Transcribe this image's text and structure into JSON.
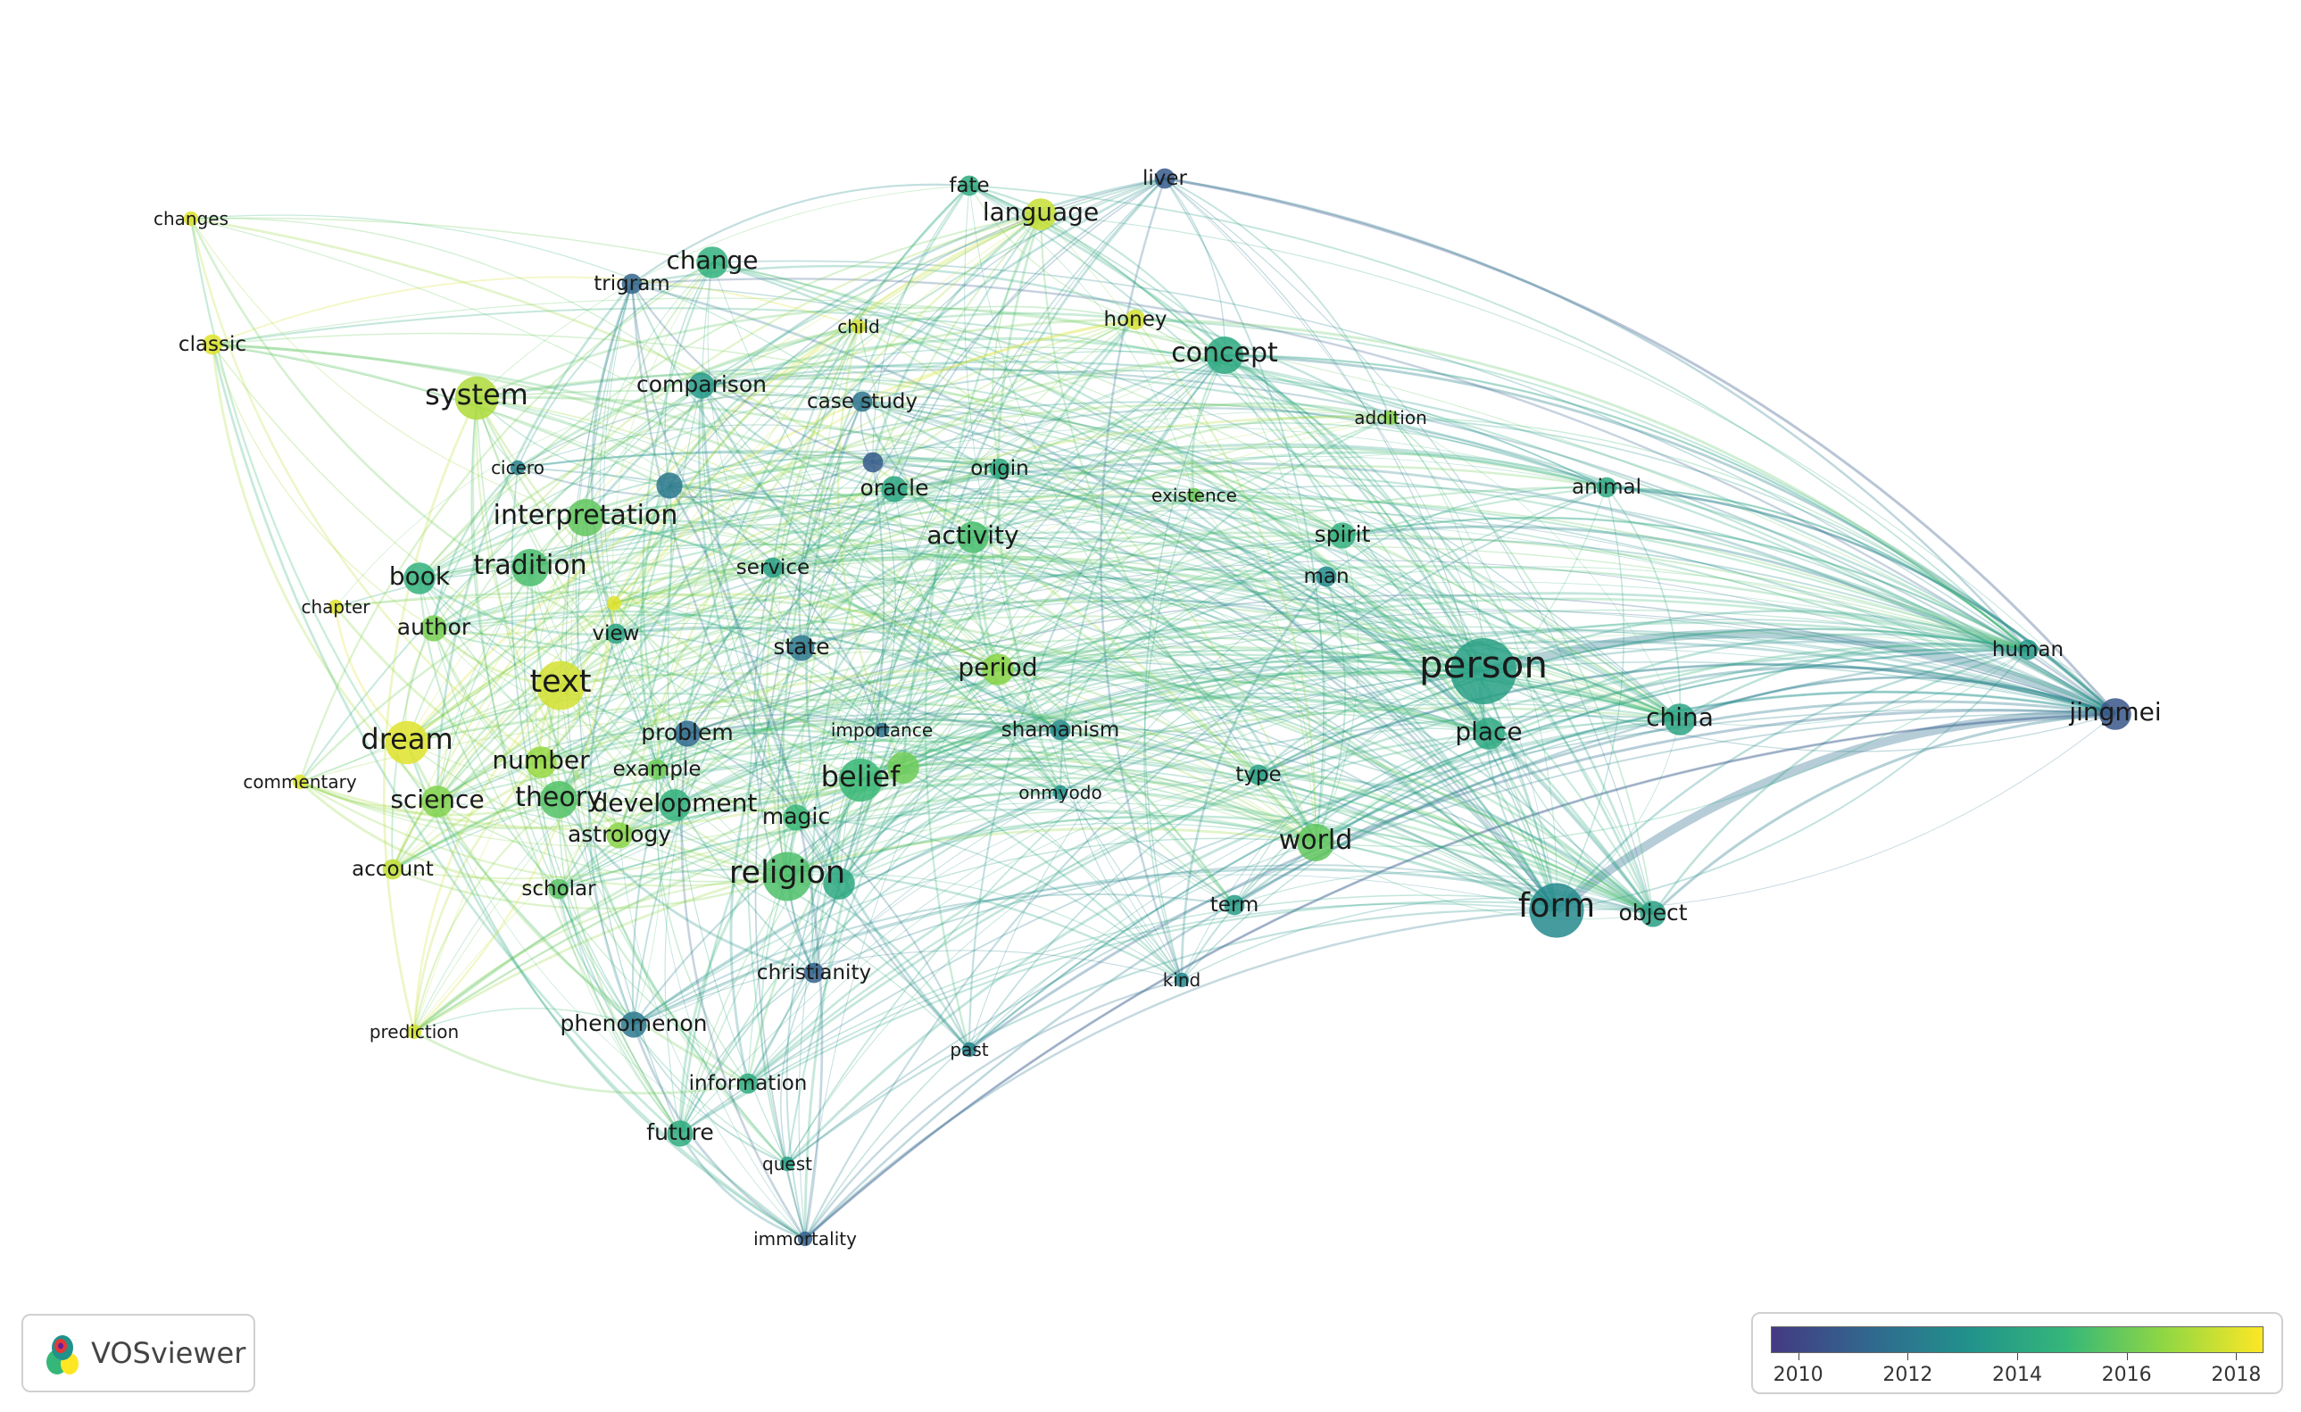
{
  "colors": {
    "2010": "#443a83",
    "2012": "#31688e",
    "2014": "#21918c",
    "2016": "#35b779",
    "2018": "#fde725"
  },
  "nodes": [
    {
      "id": "person",
      "label": "person",
      "year": 2013.8,
      "weight": 10
    },
    {
      "id": "form",
      "label": "form",
      "year": 2012.8,
      "weight": 8
    },
    {
      "id": "jingmei",
      "label": "jingmei",
      "year": 2010.6,
      "weight": 4
    },
    {
      "id": "china",
      "label": "china",
      "year": 2014.0,
      "weight": 4
    },
    {
      "id": "place",
      "label": "place",
      "year": 2014.2,
      "weight": 4
    },
    {
      "id": "world",
      "label": "world",
      "year": 2015.8,
      "weight": 5
    },
    {
      "id": "object",
      "label": "object",
      "year": 2013.8,
      "weight": 3
    },
    {
      "id": "human",
      "label": "human",
      "year": 2013.5,
      "weight": 2
    },
    {
      "id": "animal",
      "label": "animal",
      "year": 2014.2,
      "weight": 2
    },
    {
      "id": "spirit",
      "label": "spirit",
      "year": 2014.5,
      "weight": 3
    },
    {
      "id": "man",
      "label": "man",
      "year": 2012.8,
      "weight": 2
    },
    {
      "id": "concept",
      "label": "concept",
      "year": 2014.2,
      "weight": 5
    },
    {
      "id": "addition",
      "label": "addition",
      "year": 2016.5,
      "weight": 1
    },
    {
      "id": "existence",
      "label": "existence",
      "year": 2016.0,
      "weight": 1
    },
    {
      "id": "language",
      "label": "language",
      "year": 2017.6,
      "weight": 4
    },
    {
      "id": "fate",
      "label": "fate",
      "year": 2014.3,
      "weight": 2
    },
    {
      "id": "liver",
      "label": "liver",
      "year": 2010.8,
      "weight": 2
    },
    {
      "id": "honey",
      "label": "honey",
      "year": 2017.8,
      "weight": 2
    },
    {
      "id": "change",
      "label": "change",
      "year": 2014.6,
      "weight": 4
    },
    {
      "id": "trigram",
      "label": "trigram",
      "year": 2011.2,
      "weight": 2
    },
    {
      "id": "child",
      "label": "child",
      "year": 2017.8,
      "weight": 1
    },
    {
      "id": "comparison",
      "label": "comparison",
      "year": 2013.5,
      "weight": 3
    },
    {
      "id": "case_study",
      "label": "case study",
      "year": 2011.8,
      "weight": 2
    },
    {
      "id": "origin",
      "label": "origin",
      "year": 2014.2,
      "weight": 2
    },
    {
      "id": "oracle",
      "label": "oracle",
      "year": 2014.0,
      "weight": 3
    },
    {
      "id": "activity",
      "label": "activity",
      "year": 2015.3,
      "weight": 4
    },
    {
      "id": "service",
      "label": "service",
      "year": 2013.8,
      "weight": 2
    },
    {
      "id": "state",
      "label": "state",
      "year": 2012.0,
      "weight": 3
    },
    {
      "id": "period",
      "label": "period",
      "year": 2016.6,
      "weight": 4
    },
    {
      "id": "shamanism",
      "label": "shamanism",
      "year": 2012.8,
      "weight": 2
    },
    {
      "id": "onmyodo",
      "label": "onmyodo",
      "year": 2013.2,
      "weight": 1
    },
    {
      "id": "type",
      "label": "type",
      "year": 2013.8,
      "weight": 2
    },
    {
      "id": "importance",
      "label": "importance",
      "year": 2011.8,
      "weight": 1
    },
    {
      "id": "term",
      "label": "term",
      "year": 2013.6,
      "weight": 2
    },
    {
      "id": "kind",
      "label": "kind",
      "year": 2012.6,
      "weight": 1
    },
    {
      "id": "past",
      "label": "past",
      "year": 2012.4,
      "weight": 1
    },
    {
      "id": "changes",
      "label": "changes",
      "year": 2018.0,
      "weight": 1
    },
    {
      "id": "classic",
      "label": "classic",
      "year": 2018.0,
      "weight": 2
    },
    {
      "id": "system",
      "label": "system",
      "year": 2017.2,
      "weight": 6
    },
    {
      "id": "cicero",
      "label": "cicero",
      "year": 2012.4,
      "weight": 1
    },
    {
      "id": "interpretation",
      "label": "interpretation",
      "year": 2015.8,
      "weight": 5
    },
    {
      "id": "tradition",
      "label": "tradition",
      "year": 2015.3,
      "weight": 5
    },
    {
      "id": "book",
      "label": "book",
      "year": 2014.6,
      "weight": 4
    },
    {
      "id": "author",
      "label": "author",
      "year": 2016.2,
      "weight": 3
    },
    {
      "id": "chapter",
      "label": "chapter",
      "year": 2018.0,
      "weight": 1
    },
    {
      "id": "view",
      "label": "view",
      "year": 2014.0,
      "weight": 2
    },
    {
      "id": "text",
      "label": "text",
      "year": 2017.8,
      "weight": 7
    },
    {
      "id": "dream",
      "label": "dream",
      "year": 2018.0,
      "weight": 6
    },
    {
      "id": "commentary",
      "label": "commentary",
      "year": 2018.0,
      "weight": 1
    },
    {
      "id": "number",
      "label": "number",
      "year": 2016.8,
      "weight": 4
    },
    {
      "id": "example",
      "label": "example",
      "year": 2016.0,
      "weight": 2
    },
    {
      "id": "problem",
      "label": "problem",
      "year": 2011.4,
      "weight": 3
    },
    {
      "id": "science",
      "label": "science",
      "year": 2016.4,
      "weight": 4
    },
    {
      "id": "theory",
      "label": "theory",
      "year": 2015.5,
      "weight": 5
    },
    {
      "id": "development",
      "label": "development",
      "year": 2014.6,
      "weight": 4
    },
    {
      "id": "magic",
      "label": "magic",
      "year": 2015.0,
      "weight": 3
    },
    {
      "id": "belief",
      "label": "belief",
      "year": 2015.0,
      "weight": 6
    },
    {
      "id": "astrology",
      "label": "astrology",
      "year": 2016.6,
      "weight": 3
    },
    {
      "id": "account",
      "label": "account",
      "year": 2017.5,
      "weight": 2
    },
    {
      "id": "scholar",
      "label": "scholar",
      "year": 2015.6,
      "weight": 2
    },
    {
      "id": "religion",
      "label": "religion",
      "year": 2015.4,
      "weight": 7
    },
    {
      "id": "christianity",
      "label": "christianity",
      "year": 2011.0,
      "weight": 2
    },
    {
      "id": "phenomenon",
      "label": "phenomenon",
      "year": 2012.0,
      "weight": 3
    },
    {
      "id": "prediction",
      "label": "prediction",
      "year": 2017.8,
      "weight": 1
    },
    {
      "id": "information",
      "label": "information",
      "year": 2014.4,
      "weight": 2
    },
    {
      "id": "future",
      "label": "future",
      "year": 2014.4,
      "weight": 3
    },
    {
      "id": "quest",
      "label": "quest",
      "year": 2013.8,
      "weight": 1
    },
    {
      "id": "immortality",
      "label": "immortality",
      "year": 2011.0,
      "weight": 1
    },
    {
      "id": "",
      "label": "",
      "year": 2012.6,
      "weight": 5
    },
    {
      "id": "u2",
      "label": "",
      "year": 2014.2,
      "weight": 4
    },
    {
      "id": "u3",
      "label": "",
      "year": 2016.0,
      "weight": 4
    },
    {
      "id": "u4",
      "label": "",
      "year": 2012.0,
      "weight": 3
    },
    {
      "id": "u5",
      "label": "",
      "year": 2010.8,
      "weight": 2
    },
    {
      "id": "u6",
      "label": "",
      "year": 2018.0,
      "weight": 1
    }
  ],
  "legend": {
    "ticks": [
      "2010",
      "2012",
      "2014",
      "2016",
      "2018"
    ],
    "range": [
      2009.5,
      2018.5
    ]
  },
  "brand": {
    "name": "VOSviewer"
  }
}
